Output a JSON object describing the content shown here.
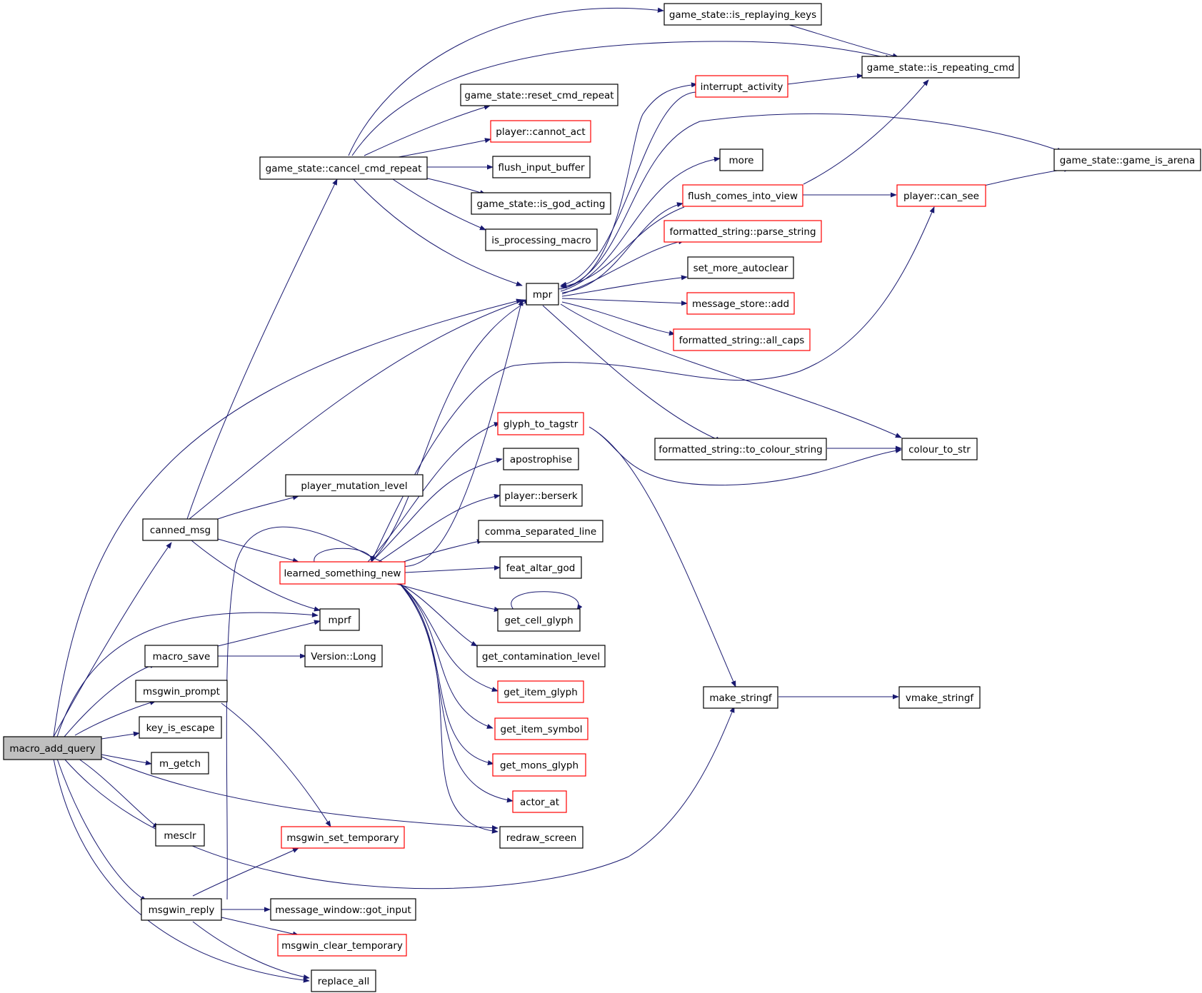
{
  "nodes": [
    {
      "id": "root",
      "label": "macro_add_query",
      "style": "root"
    },
    {
      "id": "canned",
      "label": "canned_msg",
      "style": "normal"
    },
    {
      "id": "macrosave",
      "label": "macro_save",
      "style": "normal"
    },
    {
      "id": "msgprompt",
      "label": "msgwin_prompt",
      "style": "normal"
    },
    {
      "id": "keyesc",
      "label": "key_is_escape",
      "style": "normal"
    },
    {
      "id": "mgetch",
      "label": "m_getch",
      "style": "normal"
    },
    {
      "id": "mesclr",
      "label": "mesclr",
      "style": "normal"
    },
    {
      "id": "msgreply",
      "label": "msgwin_reply",
      "style": "normal"
    },
    {
      "id": "cancelcmd",
      "label": "game_state::cancel_cmd_repeat",
      "style": "normal"
    },
    {
      "id": "pmutlvl",
      "label": "player_mutation_level",
      "style": "normal"
    },
    {
      "id": "learned",
      "label": "learned_something_new",
      "style": "red"
    },
    {
      "id": "mprf",
      "label": "mprf",
      "style": "normal"
    },
    {
      "id": "verlong",
      "label": "Version::Long",
      "style": "normal"
    },
    {
      "id": "settemp",
      "label": "msgwin_set_temporary",
      "style": "red"
    },
    {
      "id": "gotinput",
      "label": "message_window::got_input",
      "style": "normal"
    },
    {
      "id": "cleartemp",
      "label": "msgwin_clear_temporary",
      "style": "red"
    },
    {
      "id": "replaceall",
      "label": "replace_all",
      "style": "normal"
    },
    {
      "id": "isreplay",
      "label": "game_state::is_replaying_keys",
      "style": "normal"
    },
    {
      "id": "resetcmd",
      "label": "game_state::reset_cmd_repeat",
      "style": "normal"
    },
    {
      "id": "cannotact",
      "label": "player::cannot_act",
      "style": "red"
    },
    {
      "id": "flushinput",
      "label": "flush_input_buffer",
      "style": "normal"
    },
    {
      "id": "godacting",
      "label": "game_state::is_god_acting",
      "style": "normal"
    },
    {
      "id": "procmacro",
      "label": "is_processing_macro",
      "style": "normal"
    },
    {
      "id": "mpr",
      "label": "mpr",
      "style": "normal"
    },
    {
      "id": "glyphtag",
      "label": "glyph_to_tagstr",
      "style": "red"
    },
    {
      "id": "apostro",
      "label": "apostrophise",
      "style": "normal"
    },
    {
      "id": "berserk",
      "label": "player::berserk",
      "style": "normal"
    },
    {
      "id": "commasep",
      "label": "comma_separated_line",
      "style": "normal"
    },
    {
      "id": "featgod",
      "label": "feat_altar_god",
      "style": "normal"
    },
    {
      "id": "cellglyph",
      "label": "get_cell_glyph",
      "style": "normal"
    },
    {
      "id": "contam",
      "label": "get_contamination_level",
      "style": "normal"
    },
    {
      "id": "itemglyph",
      "label": "get_item_glyph",
      "style": "red"
    },
    {
      "id": "itemsym",
      "label": "get_item_symbol",
      "style": "red"
    },
    {
      "id": "monsglyph",
      "label": "get_mons_glyph",
      "style": "red"
    },
    {
      "id": "actorat",
      "label": "actor_at",
      "style": "red"
    },
    {
      "id": "redraw",
      "label": "redraw_screen",
      "style": "normal"
    },
    {
      "id": "isrepeating",
      "label": "game_state::is_repeating_cmd",
      "style": "normal"
    },
    {
      "id": "interrupt",
      "label": "interrupt_activity",
      "style": "red"
    },
    {
      "id": "more",
      "label": "more",
      "style": "normal"
    },
    {
      "id": "flushview",
      "label": "flush_comes_into_view",
      "style": "red"
    },
    {
      "id": "parsestr",
      "label": "formatted_string::parse_string",
      "style": "red"
    },
    {
      "id": "setmore",
      "label": "set_more_autoclear",
      "style": "normal"
    },
    {
      "id": "msgstore",
      "label": "message_store::add",
      "style": "red"
    },
    {
      "id": "allcaps",
      "label": "formatted_string::all_caps",
      "style": "red"
    },
    {
      "id": "tocolour",
      "label": "formatted_string::to_colour_string",
      "style": "normal"
    },
    {
      "id": "makestringf",
      "label": "make_stringf",
      "style": "normal"
    },
    {
      "id": "gamearena",
      "label": "game_state::game_is_arena",
      "style": "normal"
    },
    {
      "id": "cansee",
      "label": "player::can_see",
      "style": "red"
    },
    {
      "id": "colourstr",
      "label": "colour_to_str",
      "style": "normal"
    },
    {
      "id": "vmakestringf",
      "label": "vmake_stringf",
      "style": "normal"
    }
  ]
}
